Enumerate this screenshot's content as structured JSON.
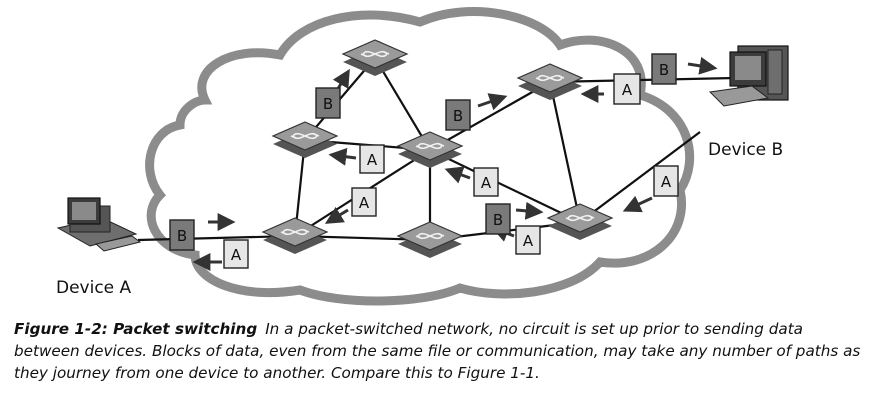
{
  "devices": {
    "a": {
      "label": "Device A"
    },
    "b": {
      "label": "Device B"
    }
  },
  "packets": {
    "a_label": "A",
    "b_label": "B"
  },
  "caption": {
    "title": "Figure 1-2: Packet switching",
    "text": "In a packet-switched network, no circuit is set up prior to sending data between devices. Blocks of data, even from the same file or communication, may take any number of paths as they journey from one device to another. Compare this to Figure 1-1."
  },
  "colors": {
    "cloud_outline": "#8c8c8c",
    "router_face": "#9a9a9a",
    "packet_a_fill": "#e6e6e6",
    "packet_b_fill": "#7a7a7a"
  }
}
